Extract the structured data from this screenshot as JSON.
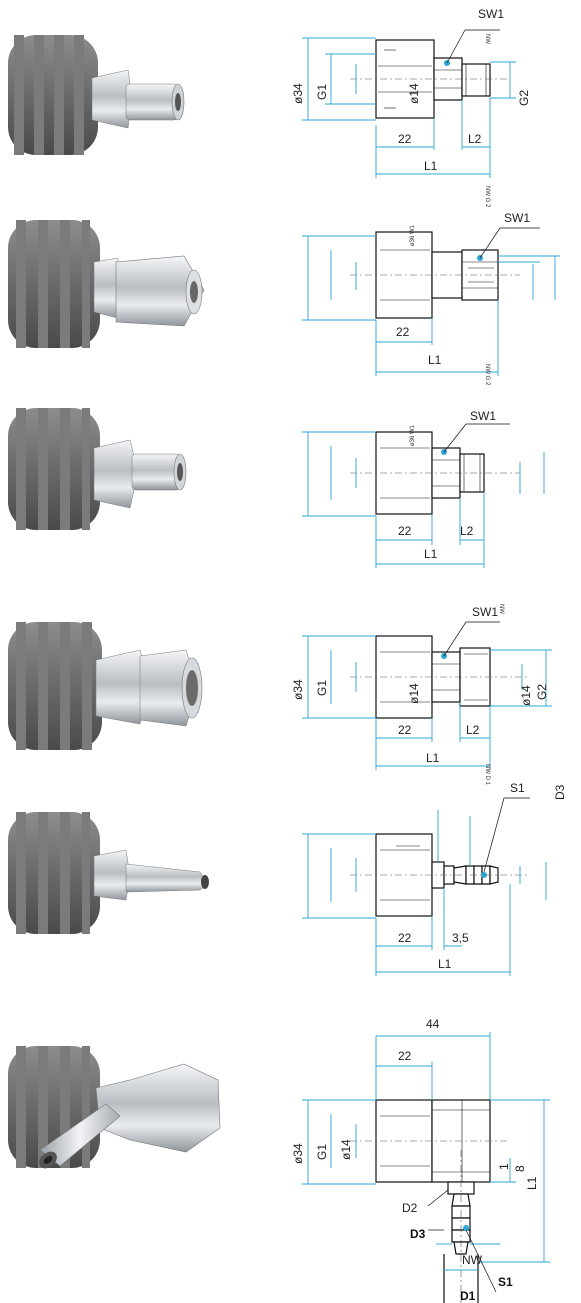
{
  "rows": [
    {
      "id": "row1",
      "photo": "fitting-male-thread-photo",
      "labels": {
        "sw1": "SW1",
        "nw": "NW",
        "d34": "ø34",
        "g1": "G1",
        "d14": "ø14",
        "g2": "G2",
        "w22": "22",
        "l2": "L2",
        "l1": "L1"
      }
    },
    {
      "id": "row2",
      "photo": "fitting-female-thread-photo",
      "labels": {
        "side": "NW\nG\n2",
        "sw1": "SW1",
        "w22": "22",
        "l1": "L1",
        "side_bottom": "NW\nG\n2"
      }
    },
    {
      "id": "row3",
      "photo": "fitting-male-thread-short-photo",
      "labels": {
        "sw1": "SW1",
        "w22": "22",
        "l2": "L2",
        "l1": "L1"
      }
    },
    {
      "id": "row4",
      "photo": "fitting-large-thread-photo",
      "labels": {
        "sw1": "SW1",
        "nw": "NW",
        "d34": "ø34",
        "g1": "G1",
        "d14": "ø14",
        "d14b": "ø14",
        "g2": "G2",
        "w22": "22",
        "l2": "L2",
        "l1": "L1"
      }
    },
    {
      "id": "row5",
      "photo": "fitting-hose-barb-photo",
      "labels": {
        "side": "NW\nD\n1",
        "s1": "S1",
        "d3": "D3",
        "w22": "22",
        "w35": "3,5",
        "l1": "L1"
      }
    },
    {
      "id": "row6",
      "photo": "fitting-elbow-barb-photo",
      "labels": {
        "w44": "44",
        "w22": "22",
        "d34": "ø34",
        "g1": "G1",
        "d14": "ø14",
        "d2": "D2",
        "d3": "D3",
        "one": "1",
        "eight": "8",
        "l1": "L1",
        "nw": "NW",
        "s1": "S1",
        "d1": "D1"
      }
    }
  ],
  "colors": {
    "dimension": "#2aa7d6",
    "knurl_dark": "#5e5e5e",
    "knurl_light": "#8a8a8a",
    "metal": "#c8ccd0"
  }
}
